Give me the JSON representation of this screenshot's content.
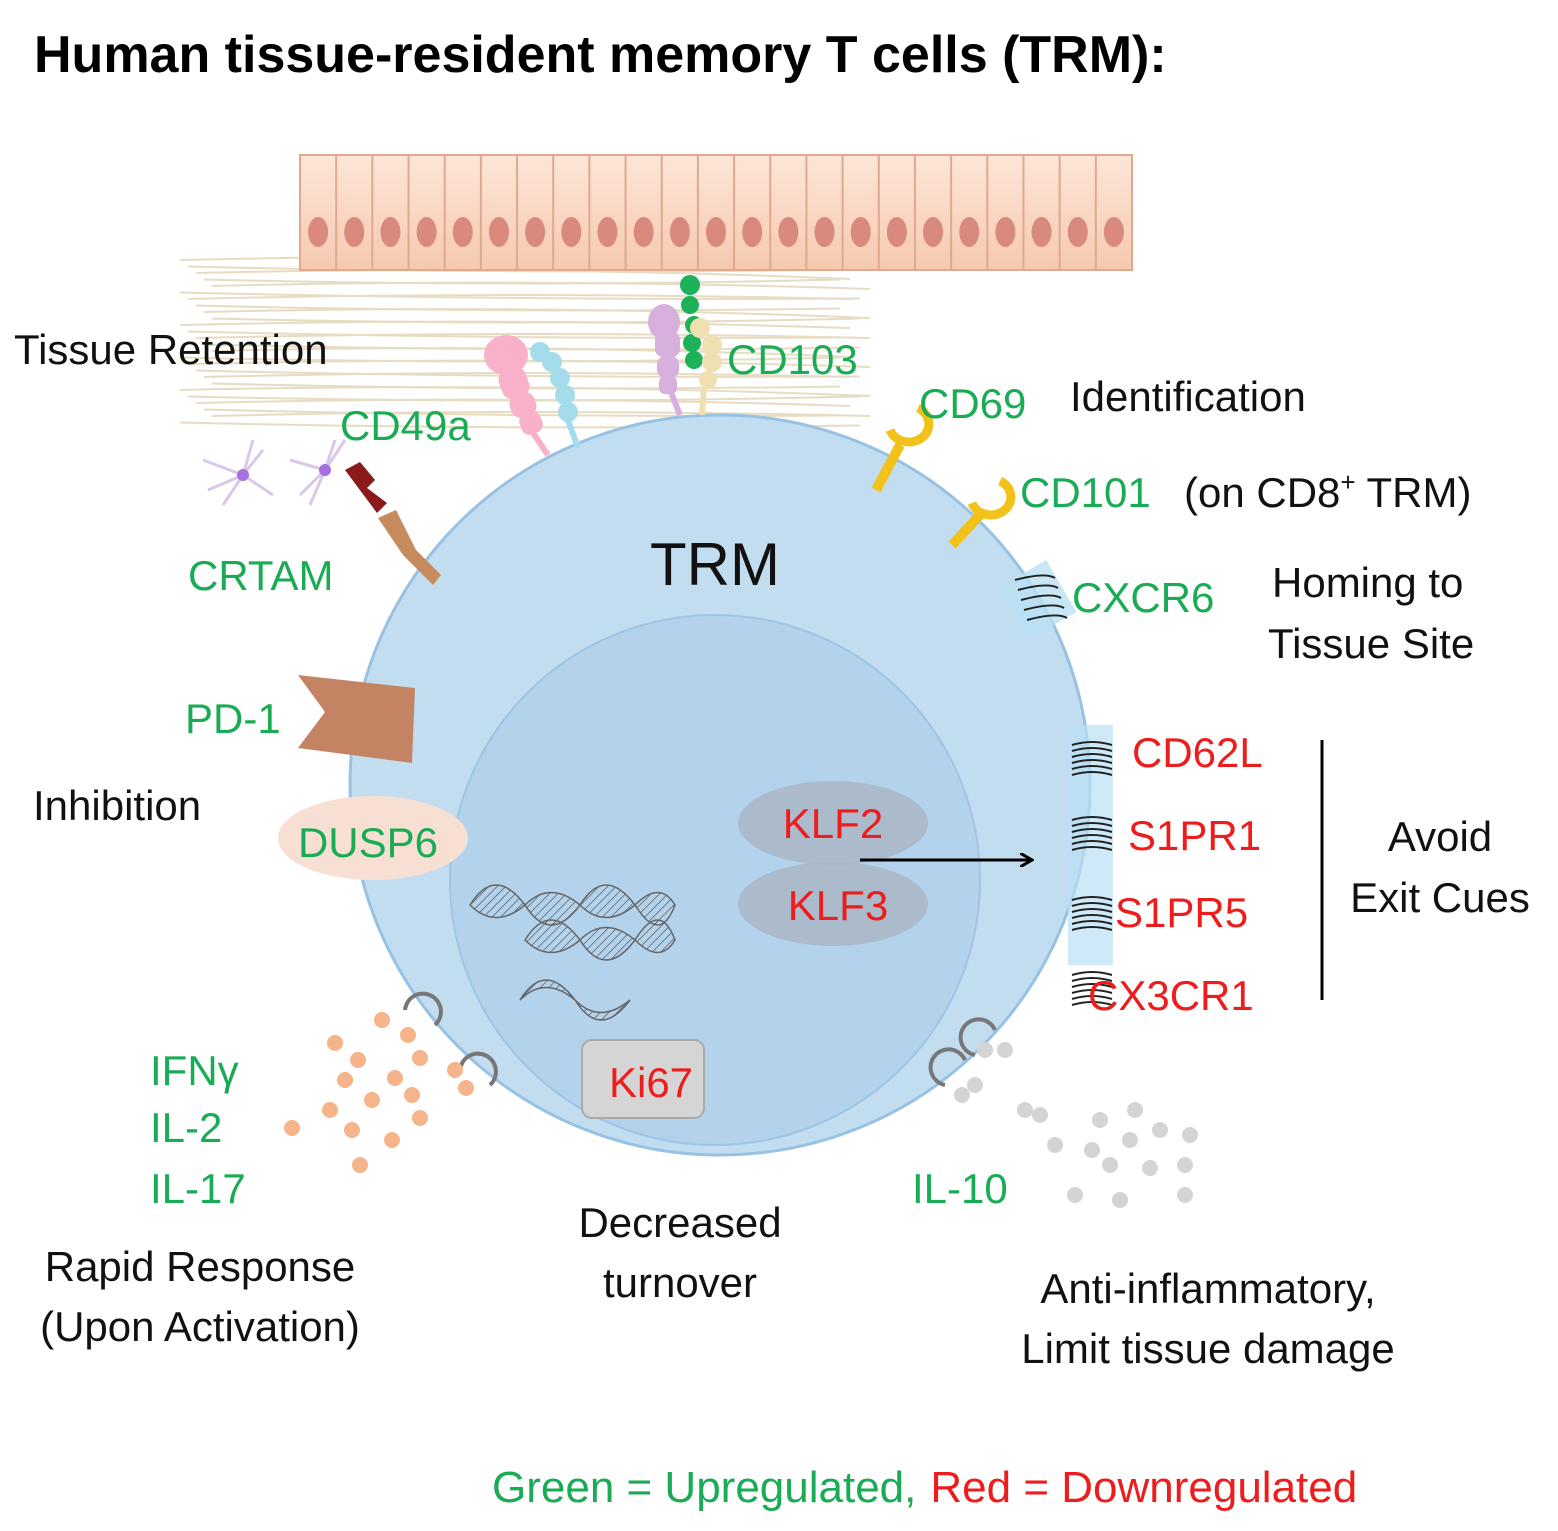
{
  "title": "Human tissue-resident memory T cells (TRM):",
  "cell_label": "TRM",
  "functions": {
    "tissue_retention": "Tissue Retention",
    "identification": "Identification",
    "homing_line1": "Homing to",
    "homing_line2": "Tissue Site",
    "inhibition": "Inhibition",
    "avoid_line1": "Avoid",
    "avoid_line2": "Exit Cues",
    "rapid_line1": "Rapid Response",
    "rapid_line2": "(Upon Activation)",
    "turnover_line1": "Decreased",
    "turnover_line2": "turnover",
    "anti_line1": "Anti-inflammatory,",
    "anti_line2": "Limit tissue damage"
  },
  "upregulated": {
    "cd103": "CD103",
    "cd49a": "CD49a",
    "crtam": "CRTAM",
    "cd69": "CD69",
    "cd101": "CD101",
    "cd101_note_pre": "(on CD8",
    "cd101_note_sup": "+",
    "cd101_note_post": " TRM)",
    "cxcr6": "CXCR6",
    "pd1": "PD-1",
    "dusp6": "DUSP6",
    "ifng": "IFNγ",
    "il2": "IL-2",
    "il17": "IL-17",
    "il10": "IL-10"
  },
  "downregulated": {
    "klf2": "KLF2",
    "klf3": "KLF3",
    "ki67": "Ki67",
    "cd62l": "CD62L",
    "s1pr1": "S1PR1",
    "s1pr5": "S1PR5",
    "cx3cr1": "CX3CR1"
  },
  "legend": {
    "green_text": "Green = Upregulated,",
    "red_text": "Red = Downregulated"
  },
  "colors": {
    "upregulated": "#1aab55",
    "downregulated": "#ee1c1c",
    "cell": "#c3ddf0",
    "nucleus": "#b3d2ec",
    "cytokine_pro": "#f5b48a",
    "cytokine_anti": "#d4d4d4"
  }
}
